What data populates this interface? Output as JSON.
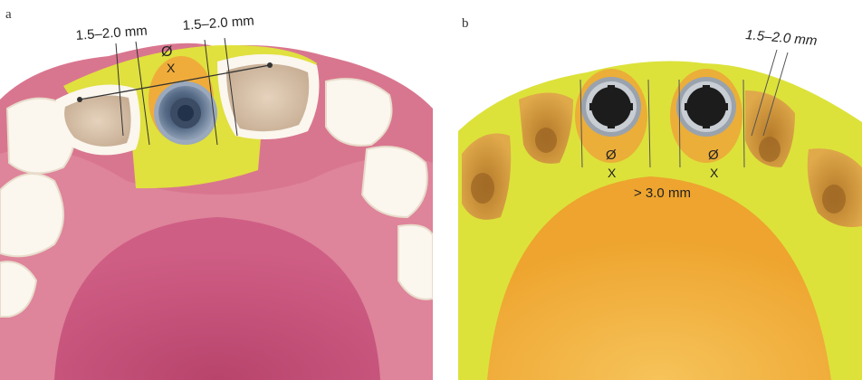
{
  "panel_a": {
    "letter": "a",
    "dim_left": "1.5–2.0 mm",
    "dim_right": "1.5–2.0 mm",
    "symbol_o": "Ø",
    "symbol_x": "X"
  },
  "panel_b": {
    "letter": "b",
    "dim_top": "1.5–2.0 mm",
    "dim_center": "> 3.0 mm",
    "left_o": "Ø",
    "left_x": "X",
    "right_o": "Ø",
    "right_x": "X"
  },
  "colors": {
    "gum_pink": "#d9768f",
    "palate": "#c24f76",
    "tooth_white": "#fbf6ee",
    "bone_yellow": "#e0e63a",
    "palate_orange": "#f2b83a",
    "implant_steel": "#5a6e86"
  }
}
